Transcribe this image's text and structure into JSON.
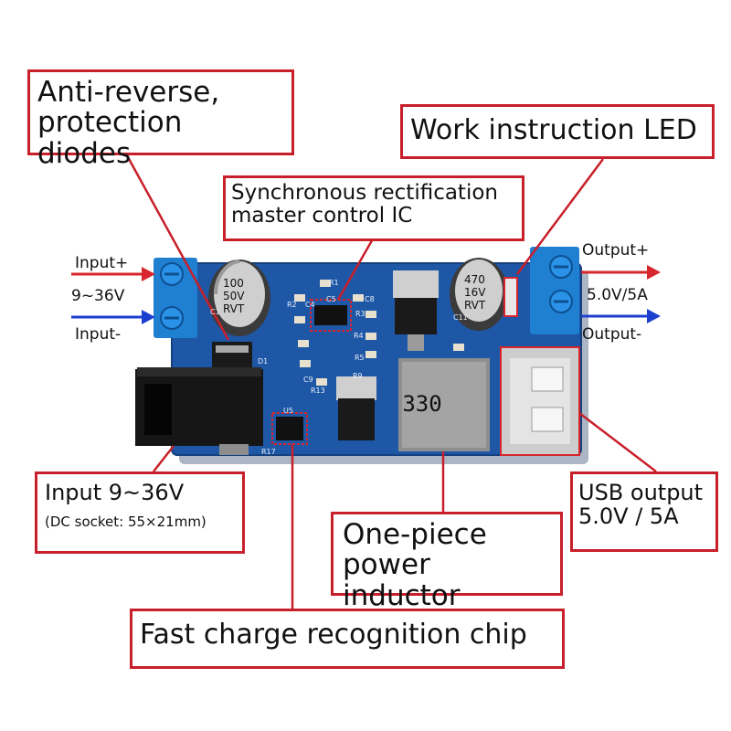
{
  "annotations": {
    "anti_reverse": [
      "Anti-reverse,",
      "protection diodes"
    ],
    "work_led": "Work instruction LED",
    "sync_ic": [
      "Synchronous rectification",
      "master control IC"
    ],
    "input_socket": [
      "Input 9~36V",
      "(DC socket: 55×21mm)"
    ],
    "inductor": [
      "One-piece",
      "power inductor"
    ],
    "usb_output": [
      "USB output",
      "5.0V / 5A"
    ],
    "fast_charge": "Fast charge recognition chip"
  },
  "terminal_labels": {
    "input_plus": "Input+",
    "input_range": "9~36V",
    "input_minus": "Input-",
    "output_plus": "Output+",
    "output_rating": "5.0V/5A",
    "output_minus": "Output-"
  },
  "board_markings": {
    "cap_left": [
      "100",
      "50V",
      "RVT"
    ],
    "cap_right": [
      "470",
      "16V",
      "RVT"
    ],
    "inductor_value": "330",
    "refs": [
      "R1",
      "C5",
      "R2",
      "C4",
      "C8",
      "R3",
      "R4",
      "R5",
      "R9",
      "C9",
      "R13",
      "R17",
      "U5",
      "C11",
      "D1",
      "C1"
    ]
  },
  "colors": {
    "callout_border": "#c8202a",
    "arrow_red": "#d7262d",
    "arrow_blue": "#1d3fcf",
    "pcb": "#1e57a6",
    "terminal": "#1f7fd1"
  }
}
